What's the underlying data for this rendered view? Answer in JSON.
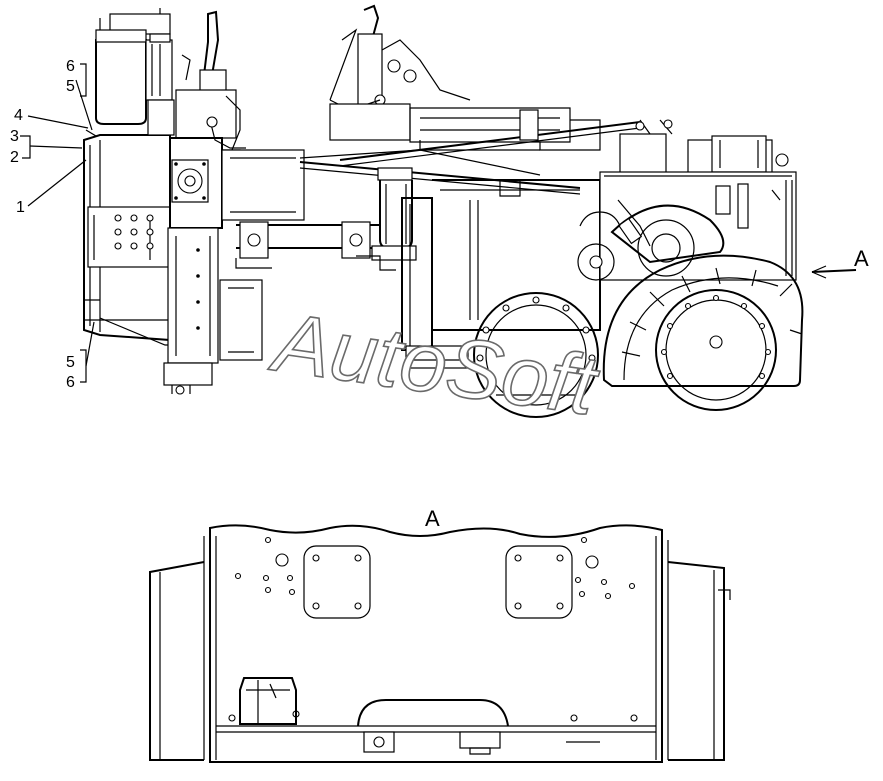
{
  "callouts": {
    "c1": "1",
    "c2": "2",
    "c3": "3",
    "c4": "4",
    "c5_top": "5",
    "c6_top": "6",
    "c5_bottom": "5",
    "c6_bottom": "6"
  },
  "view_arrow_label": "A",
  "view_title": "A",
  "watermark": "AutoSoft",
  "colors": {
    "line": "#000000",
    "background": "#ffffff",
    "watermark_outline": "#6a6a6a"
  }
}
